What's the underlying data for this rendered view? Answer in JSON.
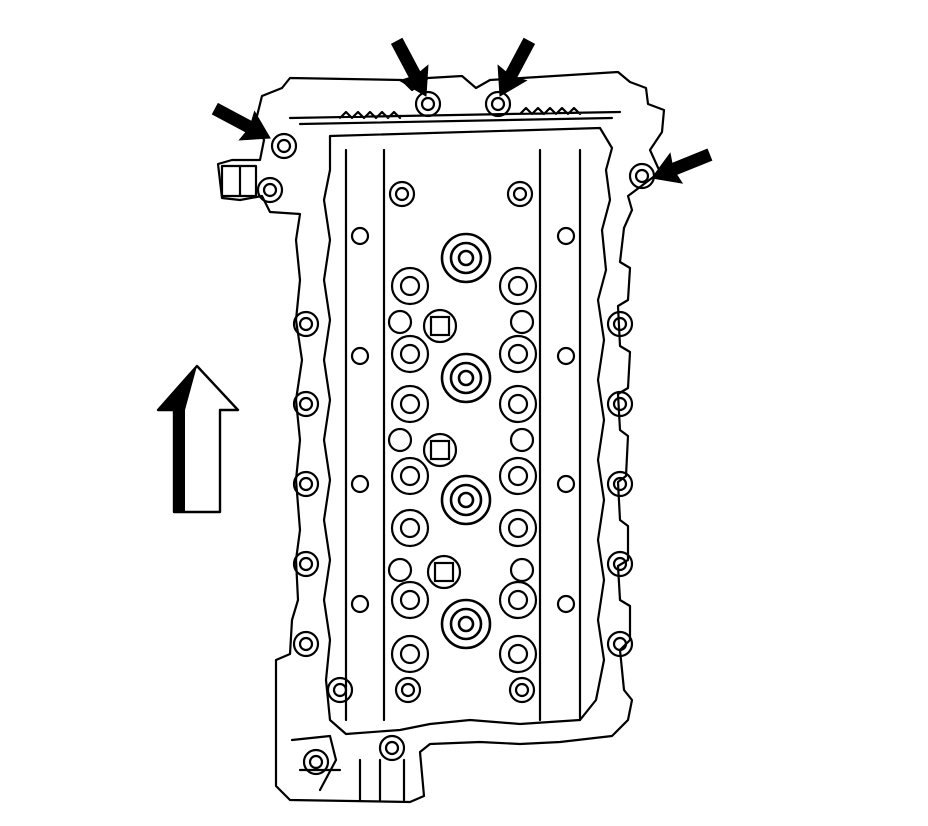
{
  "diagram": {
    "subject": "cylinder-head-top-view",
    "callouts": [
      {
        "id": "front-left-bolt",
        "icon": "callout-arrow-icon"
      },
      {
        "id": "top-left-bolt",
        "icon": "callout-arrow-icon"
      },
      {
        "id": "top-right-bolt",
        "icon": "callout-arrow-icon"
      },
      {
        "id": "front-right-bolt",
        "icon": "callout-arrow-icon"
      }
    ],
    "orientation_indicator": {
      "icon": "front-direction-arrow-icon"
    },
    "colors": {
      "line": "#000000",
      "fill": "#ffffff"
    }
  }
}
